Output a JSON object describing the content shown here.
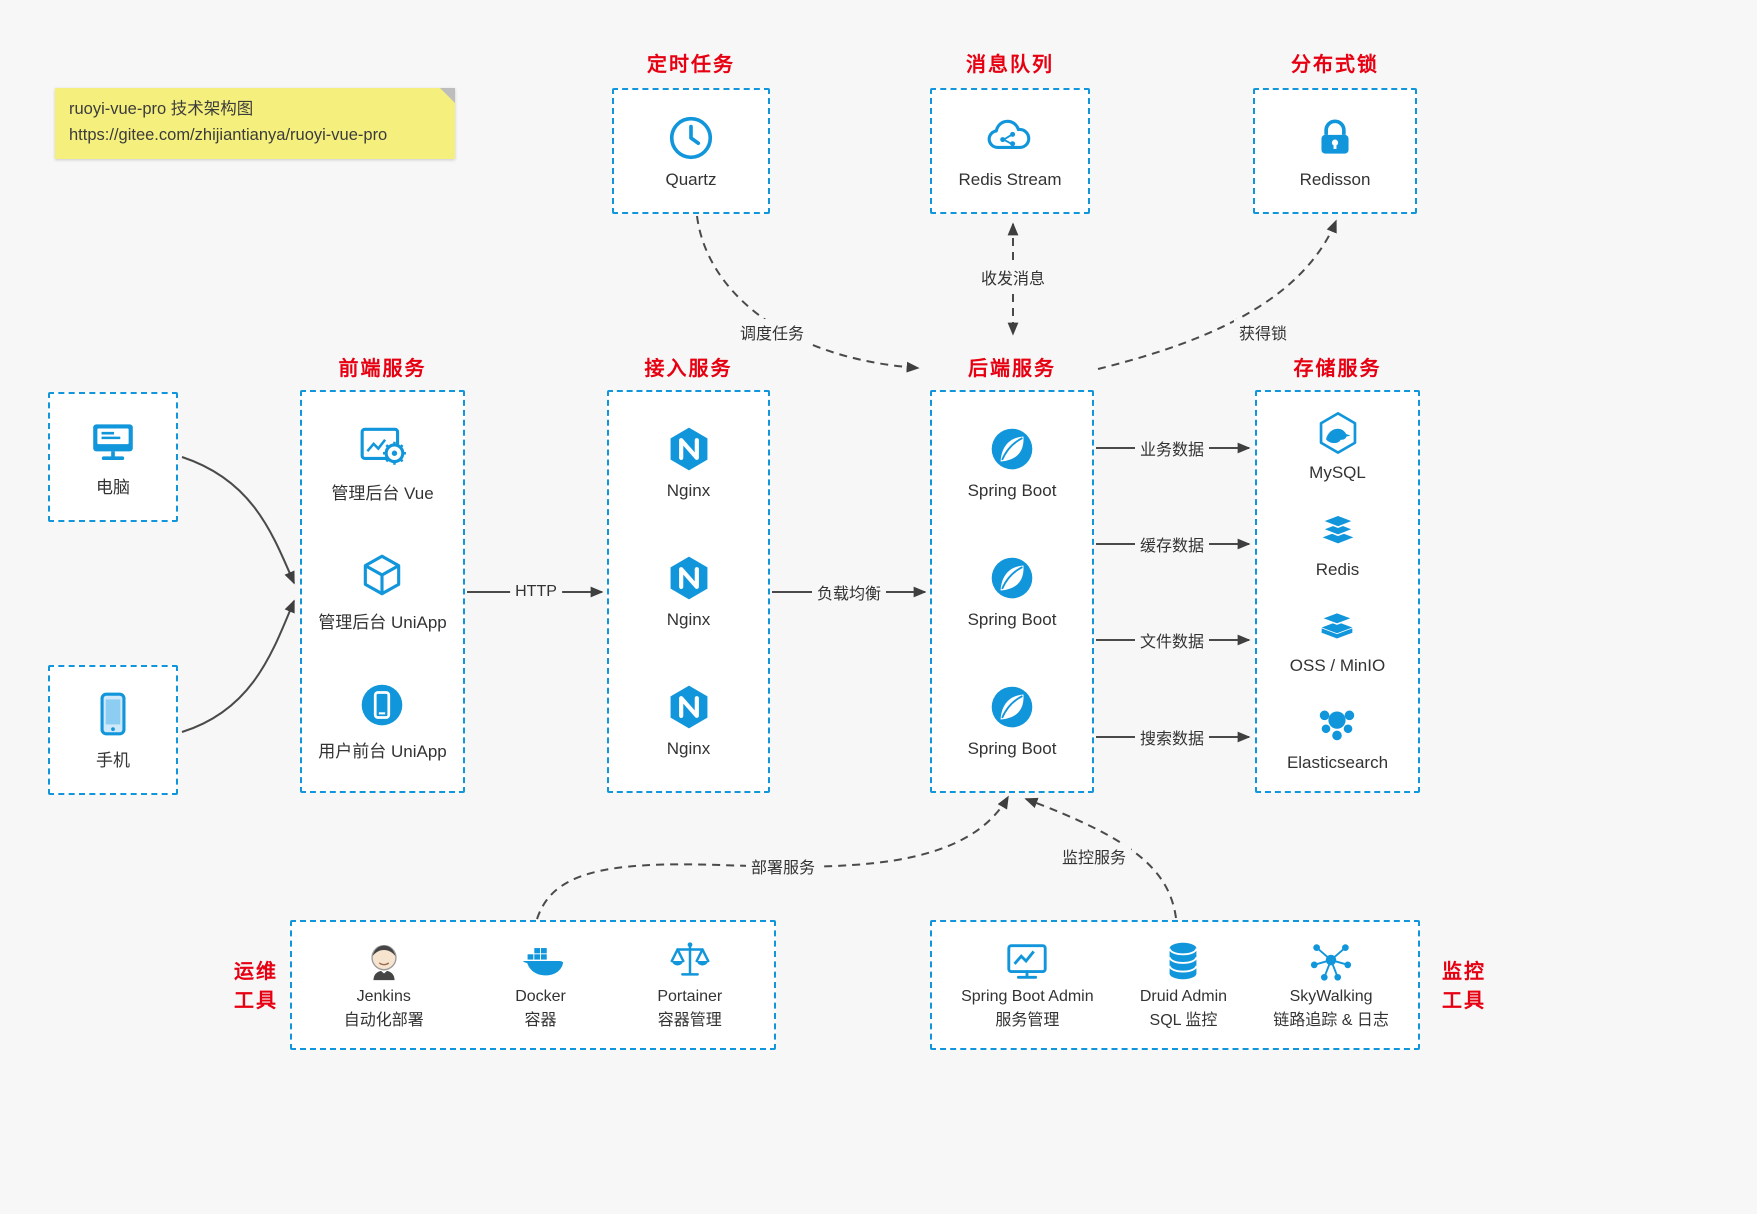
{
  "colors": {
    "accent": "#1296db",
    "title-red": "#e60012",
    "arrow": "#4a4a4a",
    "note-bg": "#f5f07d",
    "page-bg": "#f7f7f7"
  },
  "note": {
    "line1": "ruoyi-vue-pro 技术架构图",
    "line2": "https://gitee.com/zhijiantianya/ruoyi-vue-pro"
  },
  "top_groups": [
    {
      "title": "定时任务",
      "label": "Quartz",
      "icon": "clock-icon"
    },
    {
      "title": "消息队列",
      "label": "Redis Stream",
      "icon": "cloud-share-icon"
    },
    {
      "title": "分布式锁",
      "label": "Redisson",
      "icon": "lock-icon"
    }
  ],
  "clients": [
    {
      "label": "电脑",
      "icon": "desktop-icon"
    },
    {
      "label": "手机",
      "icon": "phone-icon"
    }
  ],
  "columns": {
    "frontend": {
      "title": "前端服务",
      "items": [
        {
          "label": "管理后台 Vue",
          "icon": "admin-vue-icon"
        },
        {
          "label": "管理后台 UniApp",
          "icon": "cube-icon"
        },
        {
          "label": "用户前台 UniApp",
          "icon": "mobile-app-icon"
        }
      ]
    },
    "access": {
      "title": "接入服务",
      "items": [
        {
          "label": "Nginx",
          "icon": "nginx-icon"
        },
        {
          "label": "Nginx",
          "icon": "nginx-icon"
        },
        {
          "label": "Nginx",
          "icon": "nginx-icon"
        }
      ]
    },
    "backend": {
      "title": "后端服务",
      "items": [
        {
          "label": "Spring Boot",
          "icon": "spring-icon"
        },
        {
          "label": "Spring Boot",
          "icon": "spring-icon"
        },
        {
          "label": "Spring Boot",
          "icon": "spring-icon"
        }
      ]
    },
    "storage": {
      "title": "存储服务",
      "items": [
        {
          "label": "MySQL",
          "icon": "mysql-icon"
        },
        {
          "label": "Redis",
          "icon": "redis-icon"
        },
        {
          "label": "OSS / MinIO",
          "icon": "oss-icon"
        },
        {
          "label": "Elasticsearch",
          "icon": "elasticsearch-icon"
        }
      ]
    }
  },
  "edges": {
    "schedule": "调度任务",
    "message": "收发消息",
    "lock": "获得锁",
    "http": "HTTP",
    "load_balance": "负载均衡",
    "business_data": "业务数据",
    "cache_data": "缓存数据",
    "file_data": "文件数据",
    "search_data": "搜索数据",
    "deploy": "部署服务",
    "monitor": "监控服务"
  },
  "ops": {
    "title_line1": "运维",
    "title_line2": "工具",
    "items": [
      {
        "name": "Jenkins",
        "desc": "自动化部署",
        "icon": "jenkins-icon"
      },
      {
        "name": "Docker",
        "desc": "容器",
        "icon": "docker-icon"
      },
      {
        "name": "Portainer",
        "desc": "容器管理",
        "icon": "portainer-icon"
      }
    ]
  },
  "monitoring": {
    "title_line1": "监控",
    "title_line2": "工具",
    "items": [
      {
        "name": "Spring Boot Admin",
        "desc": "服务管理",
        "icon": "admin-monitor-icon"
      },
      {
        "name": "Druid Admin",
        "desc": "SQL 监控",
        "icon": "database-icon"
      },
      {
        "name": "SkyWalking",
        "desc": "链路追踪 & 日志",
        "icon": "topology-icon"
      }
    ]
  }
}
